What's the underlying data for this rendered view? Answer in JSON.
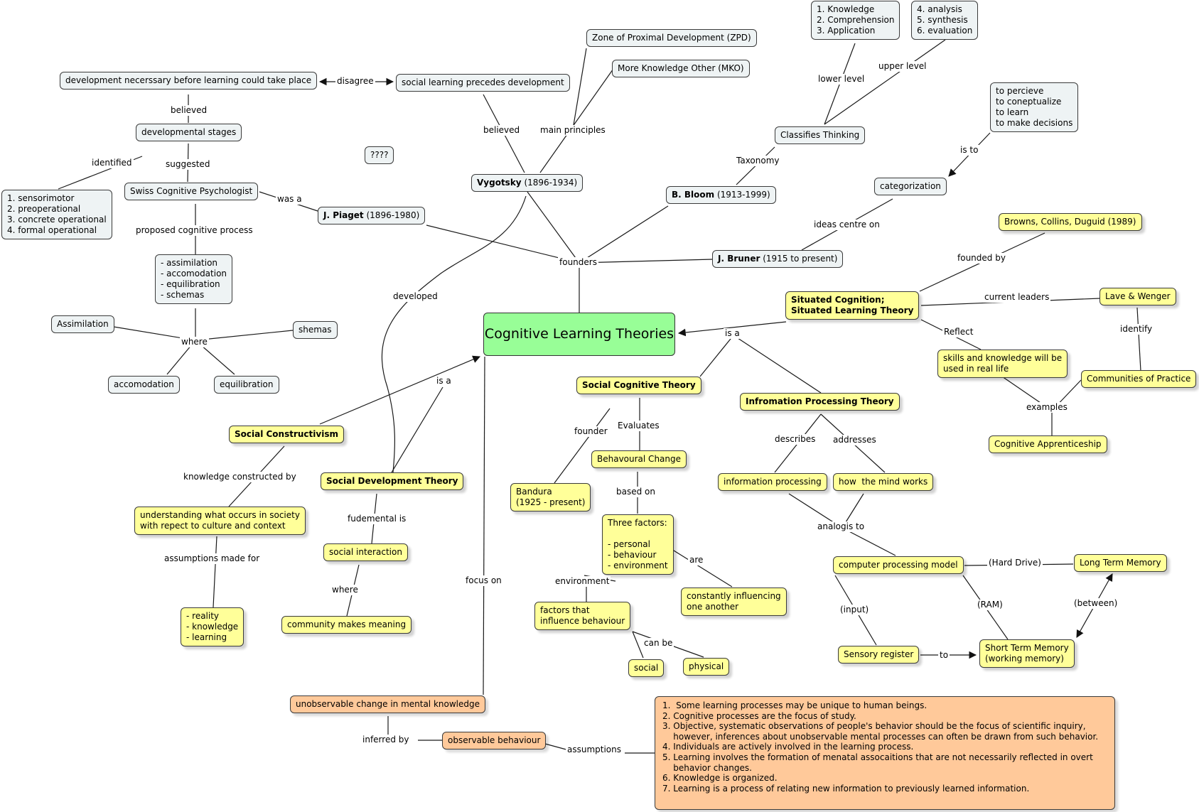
{
  "center": "Cognitive Learning Theories",
  "nodes": {
    "dev_necessary": "development necerssary before learning could take place",
    "social_precedes": "social learning precedes development",
    "zpd": "Zone of Proximal Development (ZPD)",
    "mko": "More Knowledge Other (MKO)",
    "bloom_lower": "1. Knowledge\n2. Comprehension\n3. Application",
    "bloom_upper": "4. analysis\n5. synthesis\n6. evaluation",
    "bruner_goals": "to percieve\nto coneptualize\nto learn\nto make decisions",
    "dev_stages": "developmental stages",
    "question": "????",
    "classifies": "Classifies Thinking",
    "stages_list": "1. sensorimotor\n2. preoperational\n3. concrete operational\n4. formal operational",
    "swiss": "Swiss Cognitive Psychologist",
    "vygotsky_name": "Vygotsky",
    "vygotsky_years": " (1896-1934)",
    "piaget_name": "J. Piaget",
    "piaget_years": " (1896-1980)",
    "bloom_name": "B. Bloom",
    "bloom_years": " (1913-1999)",
    "categorization": "categorization",
    "browns": "Browns, Collins, Duguid (1989)",
    "bruner_name": "J. Bruner",
    "bruner_years": " (1915 to present)",
    "cog_process": "- assimilation\n- accomodation\n- equilibration\n- schemas",
    "situated": "Situated Cognition;\nSituated Learning Theory",
    "lave": "Lave & Wenger",
    "assimilation": "Assimilation",
    "shemas": "shemas",
    "skills": "skills and knowledge will be\nused in real life",
    "accomodation": "accomodation",
    "equilibration": "equilibration",
    "communities": "Communities of Practice",
    "social_cognitive": "Social Cognitive Theory",
    "info_processing_theory": "Infromation Processing Theory",
    "social_constructivism": "Social Constructivism",
    "apprenticeship": "Cognitive Apprenticeship",
    "behavioural_change": "Behavoural Change",
    "social_development": "Social Development Theory",
    "info_processing": "information processing",
    "mind_works": "how  the mind works",
    "bandura": "Bandura\n(1925 - present)",
    "understanding": "understanding what occurs in society\nwith repect to culture and context",
    "three_factors": "Three factors:\n\n- personal\n- behaviour\n- environment",
    "social_interaction": "social interaction",
    "computer_model": "computer processing model",
    "long_term": "Long Term Memory",
    "constantly": "constantly influencing\none another",
    "reality": "- reality\n- knowledge\n- learning",
    "factors_influence": "factors that\ninfluence behaviour",
    "community": "community makes meaning",
    "sensory": "Sensory register",
    "short_term": "Short Term Memory\n(working memory)",
    "social": "social",
    "physical": "physical",
    "unobservable": "unobservable change in mental knowledge",
    "observable": "observable behaviour",
    "assumptions_list": "1.  Some learning processes may be unique to human beings.\n2. Cognitive processes are the focus of study.\n3. Objective, systematic observations of people's behavior should be the focus of scientific inquiry,\n    however, inferences about unobservable mental processes can often be drawn from such behavior.\n4. Individuals are actively involved in the learning process.\n5. Learning involves the formation of menatal assocaitions that are not necessarily reflected in overt\n    behavior changes.\n6. Knowledge is organized.\n7. Learning is a process of relating new information to previously learned information."
  },
  "links": {
    "disagree": "disagree",
    "believed_1": "believed",
    "identified": "identified",
    "suggested": "suggested",
    "was_a": "was a",
    "proposed": "proposed cognitive process",
    "where_1": "where",
    "believed_2": "believed",
    "main_principles": "main principles",
    "developed": "developed",
    "founders": "founders",
    "lower_level": "lower level",
    "upper_level": "upper level",
    "taxonomy": "Taxonomy",
    "is_to": "is to",
    "ideas_centre": "ideas centre on",
    "founded_by": "founded by",
    "current_leaders": "current leaders",
    "identify": "identify",
    "reflect": "Reflect",
    "examples": "examples",
    "is_a_1": "is a",
    "is_a_2": "is a",
    "founder": "founder",
    "evaluates": "Evaluates",
    "based_on": "based on",
    "describes": "describes",
    "addresses": "addresses",
    "analogis": "analogis to",
    "knowledge_constructed": "knowledge constructed by",
    "fundemental": "fudemental is",
    "assumptions_made": "assumptions made for",
    "where_2": "where",
    "focus_on": "focus on",
    "environment": "environment",
    "are": "are",
    "hard_drive": "(Hard Drive)",
    "ram": "(RAM)",
    "between": "(between)",
    "input": "(input)",
    "to": "to",
    "can_be": "can be",
    "inferred_by": "inferred by",
    "assumptions": "assumptions"
  },
  "colors": {
    "grey_node": "#eef3f4",
    "yellow_node": "#ffff99",
    "orange_node": "#ffc99a",
    "center_node": "#98fe97",
    "line": "#1a1a1a"
  }
}
